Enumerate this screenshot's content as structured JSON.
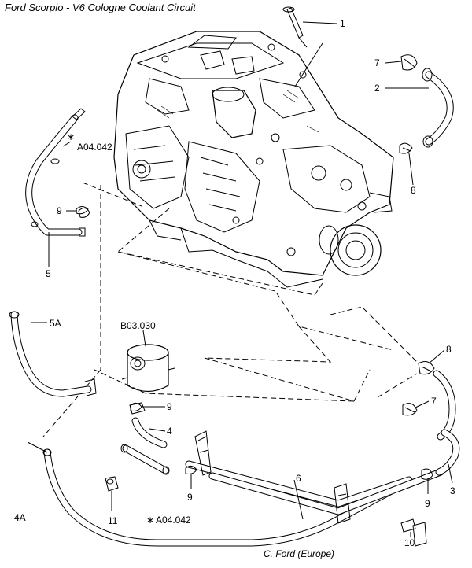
{
  "header": {
    "title": "Ford Scorpio - V6 Cologne Coolant Circuit"
  },
  "footer": {
    "credit": "C. Ford (Europe)"
  },
  "callouts": {
    "c1": "1",
    "c2": "2",
    "c3": "3",
    "c4": "4",
    "c4a": "4A",
    "c5": "5",
    "c5a": "5A",
    "c6": "6",
    "c7_top": "7",
    "c7_mid": "7",
    "c8_top": "8",
    "c8_mid": "8",
    "c9_left": "9",
    "c9_center": "9",
    "c9_bottom": "9",
    "c9_right": "9",
    "c10": "10",
    "c11": "11",
    "ref_a04_top": "A04.042",
    "ref_a04_bottom": "A04.042",
    "ref_b03": "B03.030"
  }
}
